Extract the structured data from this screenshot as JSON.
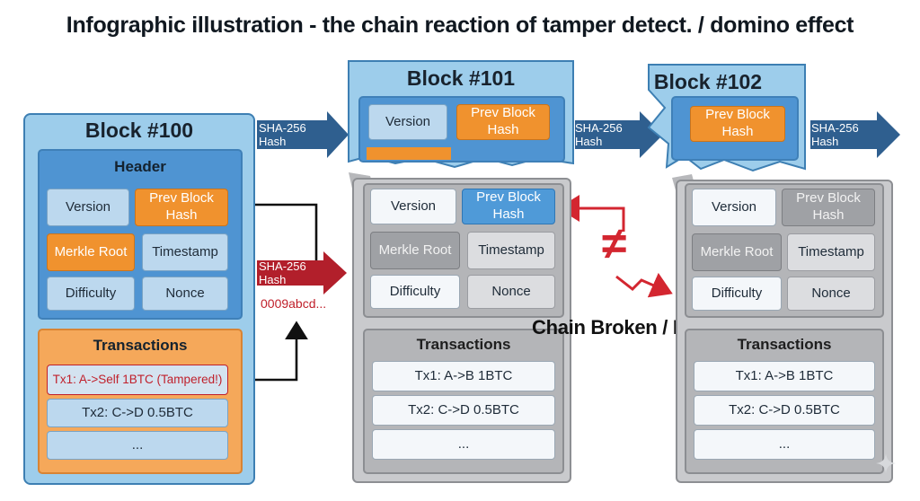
{
  "title": "Infographic illustration - the chain reaction of tamper detect. / domino effect",
  "hash_label": "SHA-256 Hash",
  "hash_value": "0009abcd...",
  "not_equal_symbol": "≠",
  "chain_broken": "Chain Broken / Invalid",
  "block100": {
    "title": "Block #100",
    "header_title": "Header",
    "version": "Version",
    "prev_hash": "Prev Block Hash",
    "merkle": "Merkle Root",
    "timestamp": "Timestamp",
    "difficulty": "Difficulty",
    "nonce": "Nonce",
    "tx_title": "Transactions",
    "tx1": "Tx1: A->Self 1BTC (Tampered!)",
    "tx2": "Tx2: C->D 0.5BTC",
    "tx3": "..."
  },
  "block101": {
    "title": "Block #101",
    "version_top": "Version",
    "prev_hash_top": "Prev Block Hash",
    "version": "Version",
    "prev_hash": "Prev Block Hash",
    "merkle": "Merkle Root",
    "timestamp": "Timestamp",
    "difficulty": "Difficulty",
    "nonce": "Nonce",
    "tx_title": "Transactions",
    "tx1": "Tx1: A->B 1BTC",
    "tx2": "Tx2: C->D 0.5BTC",
    "tx3": "..."
  },
  "block102": {
    "title": "Block #102",
    "prev_hash_top": "Prev Block Hash",
    "version": "Version",
    "prev_hash": "Prev Block Hash",
    "merkle": "Merkle Root",
    "timestamp": "Timestamp",
    "difficulty": "Difficulty",
    "nonce": "Nonce",
    "tx_title": "Transactions",
    "tx1": "Tx1: A->B 1BTC",
    "tx2": "Tx2: C->D 0.5BTC",
    "tx3": "..."
  },
  "colors": {
    "block_blue": "#9dcdeb",
    "header_blue": "#4f94d2",
    "accent_orange": "#f0922e",
    "tx_orange": "#f5a85a",
    "arrow_navy": "#2f5f8f",
    "arrow_red": "#c0202b",
    "broken_grey": "#c9cacd"
  }
}
